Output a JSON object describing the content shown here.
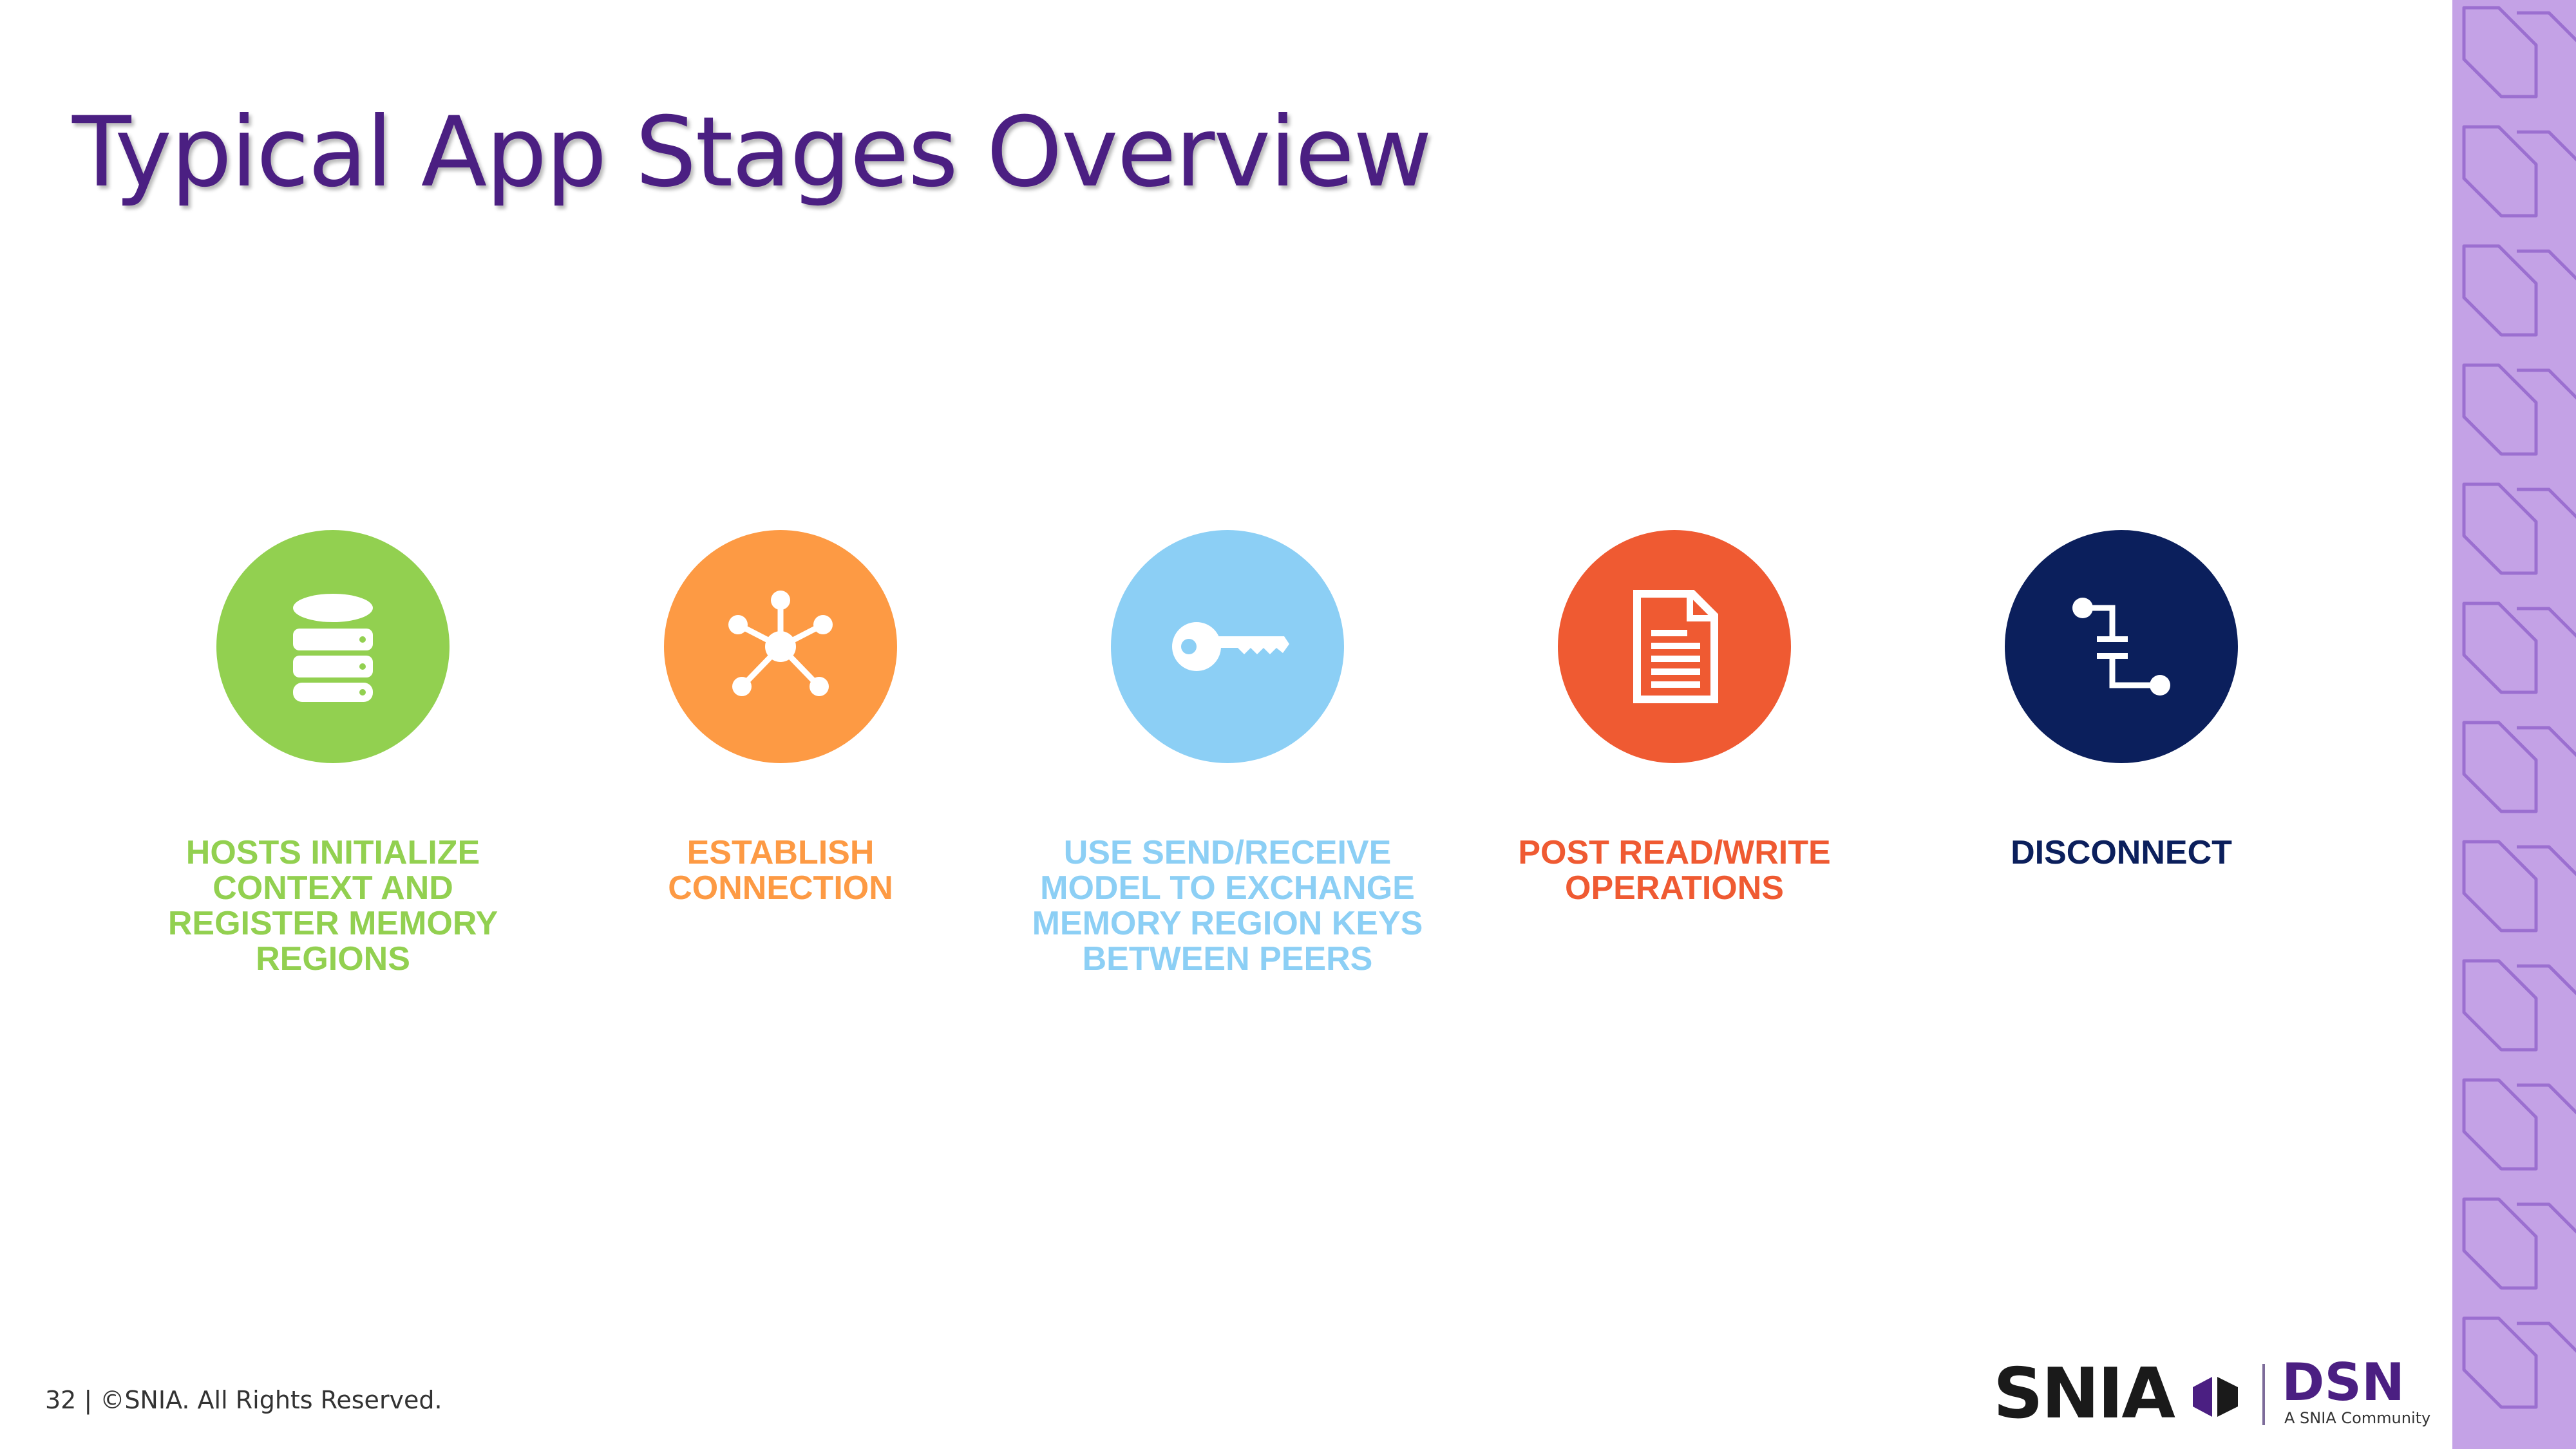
{
  "slide": {
    "title": "Typical App Stages Overview",
    "footer": "32 | ©SNIA. All Rights Reserved."
  },
  "logo": {
    "snia": "SNIA",
    "dsn": "DSN",
    "subtitle": "A SNIA Community"
  },
  "stages": [
    {
      "label": "HOSTS INITIALIZE CONTEXT AND REGISTER MEMORY REGIONS",
      "icon": "database-icon",
      "color": "#92d050"
    },
    {
      "label": "ESTABLISH CONNECTION",
      "icon": "network-hub-icon",
      "color": "#fd9a44"
    },
    {
      "label": "USE SEND/RECEIVE MODEL TO EXCHANGE MEMORY REGION KEYS BETWEEN PEERS",
      "icon": "key-icon",
      "color": "#8ccff5"
    },
    {
      "label": "POST READ/WRITE OPERATIONS",
      "icon": "document-icon",
      "color": "#ef5a32"
    },
    {
      "label": "DISCONNECT",
      "icon": "disconnect-icon",
      "color": "#0b1f5c"
    }
  ]
}
